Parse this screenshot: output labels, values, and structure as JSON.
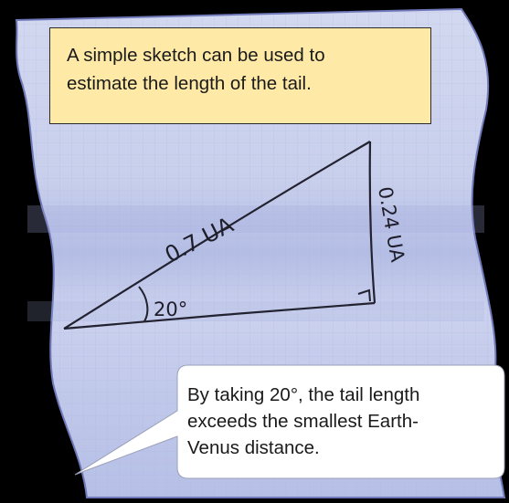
{
  "callout_top": {
    "line1": "A simple sketch can be used to",
    "line2": "estimate the length of the tail."
  },
  "sketch": {
    "hypotenuse_label": "0.7 UA",
    "vertical_label": "0.24 UA",
    "angle_label": "20°"
  },
  "callout_bottom": {
    "line1": "By taking 20°, the tail length",
    "line2": "exceeds the smallest Earth-",
    "line3": "Venus distance."
  },
  "colors": {
    "background": "#000000",
    "paper": "#C9D0EC",
    "callout_top_fill": "#FFE9A6",
    "callout_bottom_fill": "#FFFFFF",
    "ink": "#1e1e2a"
  }
}
